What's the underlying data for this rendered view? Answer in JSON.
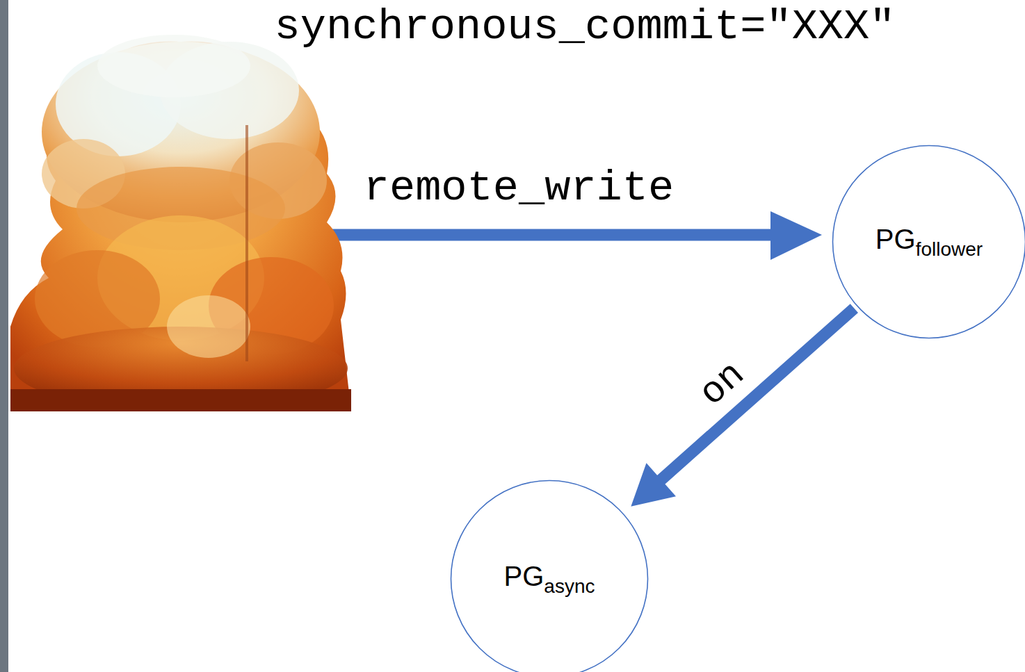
{
  "diagram": {
    "title": "synchronous_commit=\"XXX\"",
    "nodes": [
      {
        "text": [
          "PG",
          "follower"
        ]
      },
      {
        "text": [
          "PG",
          "async"
        ]
      }
    ],
    "edges": [
      {
        "from": 0,
        "to": 1,
        "arrow": "to",
        "label": "on"
      }
    ],
    "labels": [
      "remote_write"
    ]
  }
}
